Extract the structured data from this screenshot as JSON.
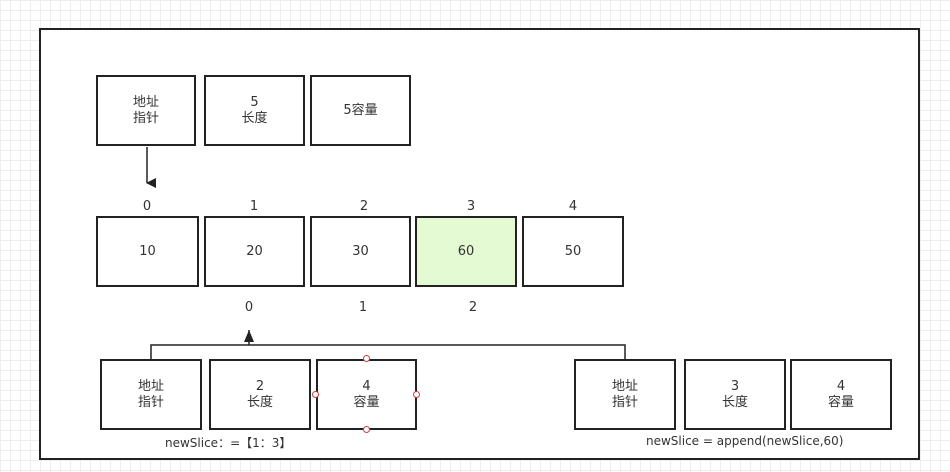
{
  "header_row": {
    "pointer": "地址\n指针",
    "length": "5\n长度",
    "capacity": "5容量"
  },
  "array": {
    "indices": [
      "0",
      "1",
      "2",
      "3",
      "4"
    ],
    "values": [
      "10",
      "20",
      "30",
      "60",
      "50"
    ],
    "highlighted_index": 3,
    "highlight_color": "#e4fad2"
  },
  "new_slice_indices": [
    "0",
    "1",
    "2"
  ],
  "left_slice": {
    "pointer": "地址\n指针",
    "length": "2\n长度",
    "capacity": "4\n容量",
    "caption": "newSlice：=【1：3】"
  },
  "right_slice": {
    "pointer": "地址\n指针",
    "length": "3\n长度",
    "capacity": "4\n容量",
    "caption": "newSlice = append(newSlice,60)"
  },
  "colors": {
    "border": "#222222",
    "selection_handle": "#d04040"
  }
}
